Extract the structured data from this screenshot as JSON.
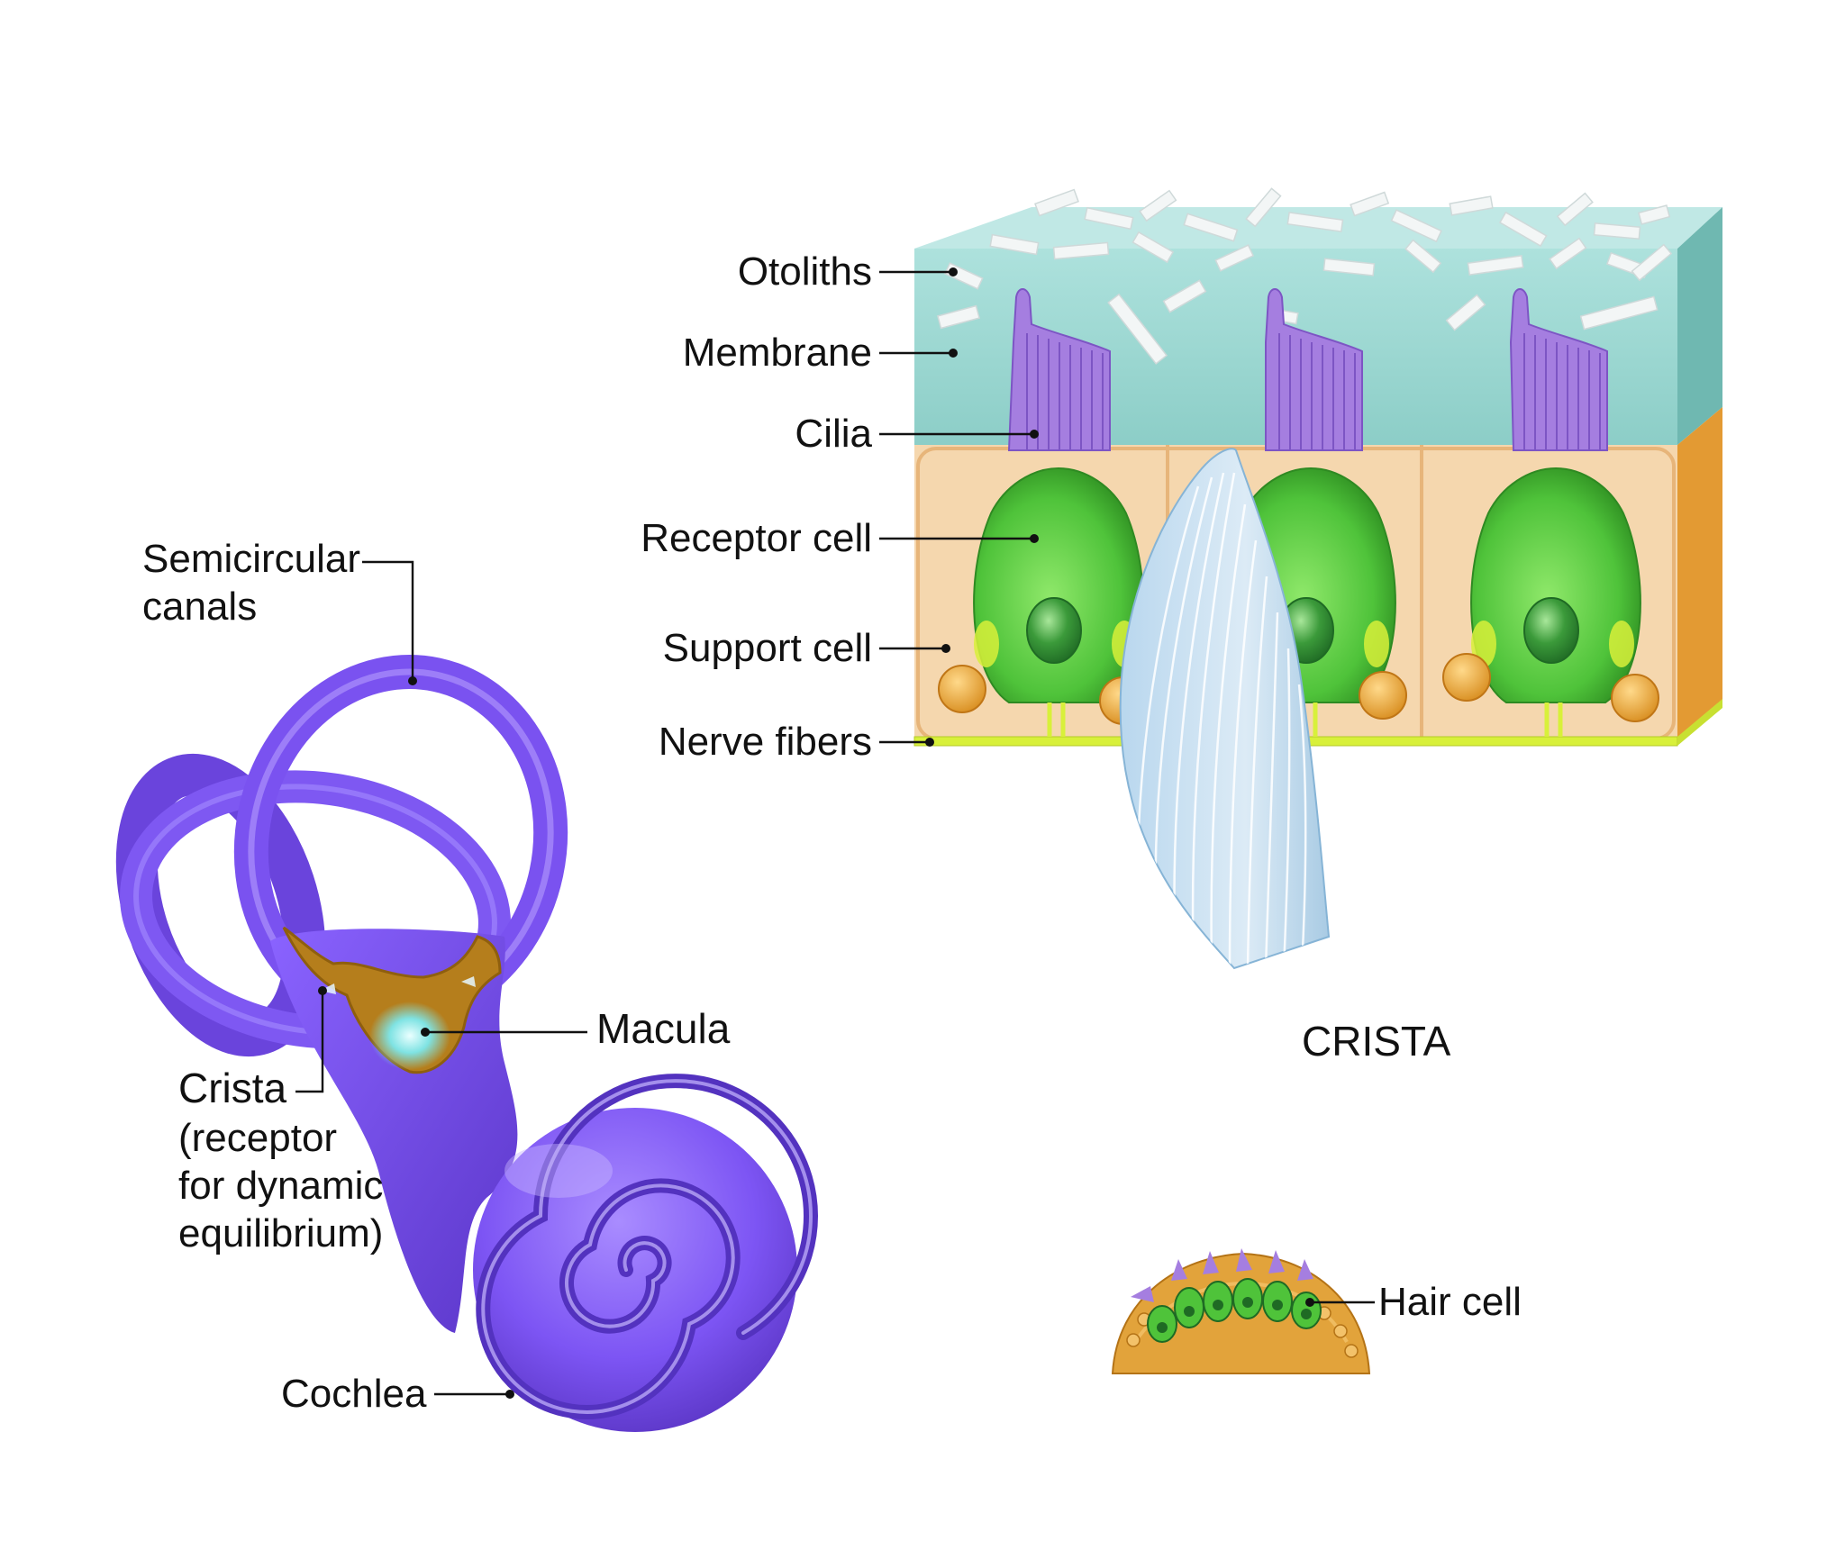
{
  "colors": {
    "accent_label": "#3b2a86",
    "labyrinth": "#7d55f4",
    "labyrinth_dark": "#5b36c9",
    "labyrinth_light": "#b9a3ff",
    "macula": "#b57e1c",
    "gel": "#9fd7d2",
    "otolith": "#f1f5f5",
    "cilia": "#a57ee0",
    "receptor": "#4fc33a",
    "support": "#f6d5ad",
    "support_nucleus": "#e9a436",
    "nerve": "#d8f03a",
    "cupula": "#cfe3f2",
    "crista_base": "#e2a33b"
  },
  "labyrinth": {
    "semicircular_canals_label": [
      "Semicircular",
      "canals"
    ],
    "macula_label": "Macula",
    "crista_label": "Crista",
    "crista_note": [
      "(receptor",
      "for dynamic",
      "equilibrium)"
    ],
    "cochlea_label": "Cochlea"
  },
  "macula_section": {
    "labels": {
      "otoliths": "Otoliths",
      "membrane": "Membrane",
      "cilia": "Cilia",
      "receptor_cell": "Receptor cell",
      "support_cell": "Support cell",
      "nerve_fibers": "Nerve fibers"
    }
  },
  "crista_detail": {
    "title": "CRISTA",
    "hair_cell_label": "Hair cell"
  }
}
